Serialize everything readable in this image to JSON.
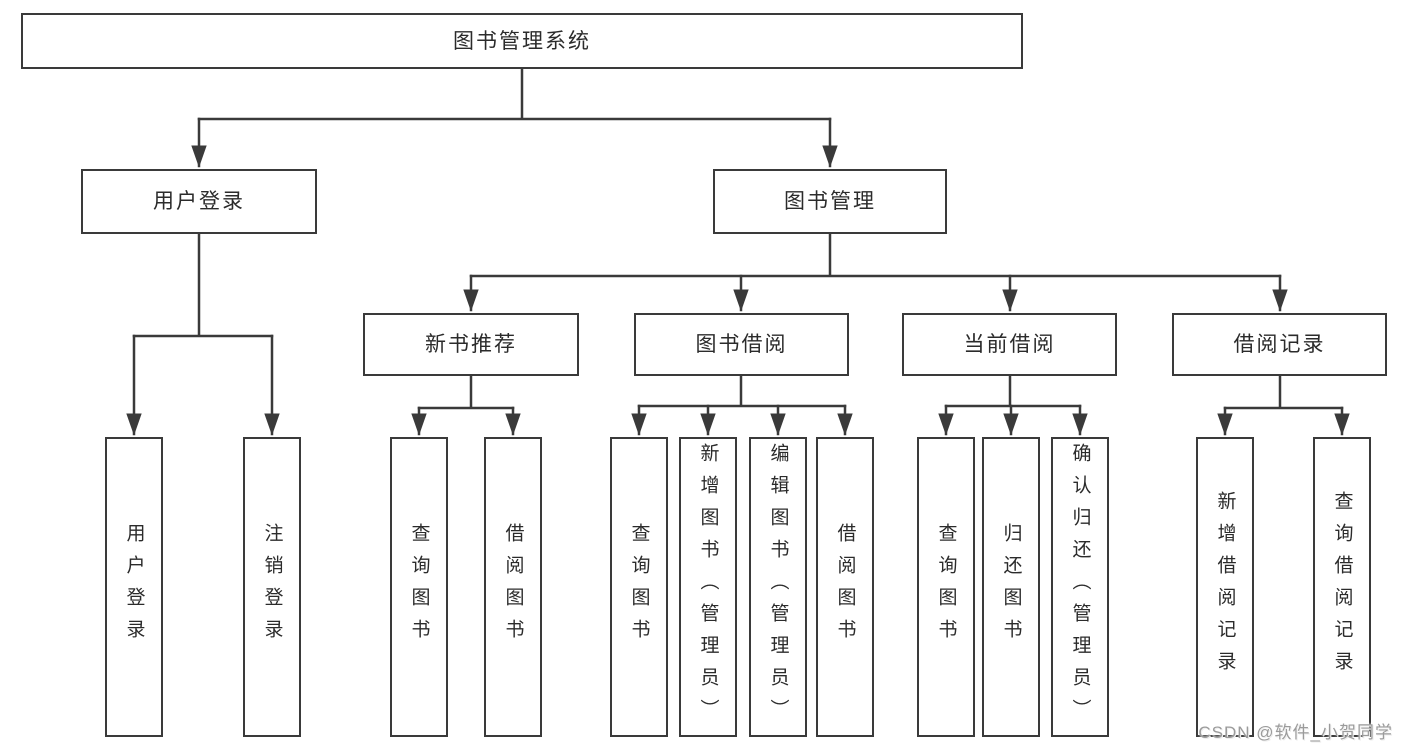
{
  "tree": {
    "root": "图书管理系统",
    "branches": [
      {
        "label": "用户登录",
        "children": [
          {
            "label": "用户登录"
          },
          {
            "label": "注销登录"
          }
        ]
      },
      {
        "label": "图书管理",
        "children": [
          {
            "label": "新书推荐",
            "children": [
              {
                "label": "查询图书"
              },
              {
                "label": "借阅图书"
              }
            ]
          },
          {
            "label": "图书借阅",
            "children": [
              {
                "label": "查询图书"
              },
              {
                "label": "新增图书（管理员）"
              },
              {
                "label": "编辑图书（管理员）"
              },
              {
                "label": "借阅图书"
              }
            ]
          },
          {
            "label": "当前借阅",
            "children": [
              {
                "label": "查询图书"
              },
              {
                "label": "归还图书"
              },
              {
                "label": "确认归还（管理员）"
              }
            ]
          },
          {
            "label": "借阅记录",
            "children": [
              {
                "label": "新增借阅记录"
              },
              {
                "label": "查询借阅记录"
              }
            ]
          }
        ]
      }
    ]
  },
  "watermark": {
    "text": "CSDN @软件_小贺同学"
  },
  "colors": {
    "line": "#3a3a3a",
    "text": "#2b2b2b",
    "watermark": "#9b9b9b",
    "background": "#ffffff"
  }
}
